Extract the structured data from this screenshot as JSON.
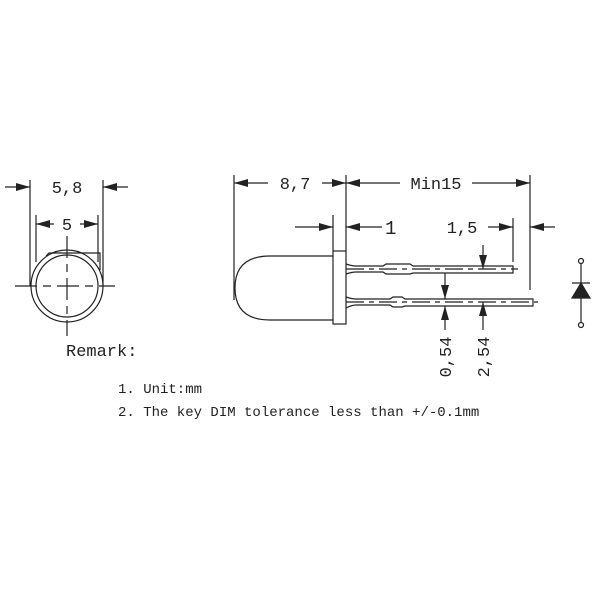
{
  "front_view": {
    "outer_diameter": "5,8",
    "inner_diameter": "5"
  },
  "side_view": {
    "body_length": "8,7",
    "lead_length": "Min15",
    "flange": "1",
    "lead_offset": "1,5",
    "lead_width": "0,54",
    "lead_spacing": "2,54"
  },
  "symbol": {
    "icon": "diode-symbol-icon"
  },
  "remark": {
    "title": "Remark:",
    "notes": [
      "1. Unit:mm",
      "2. The key DIM tolerance less than +/-0.1mm"
    ]
  }
}
